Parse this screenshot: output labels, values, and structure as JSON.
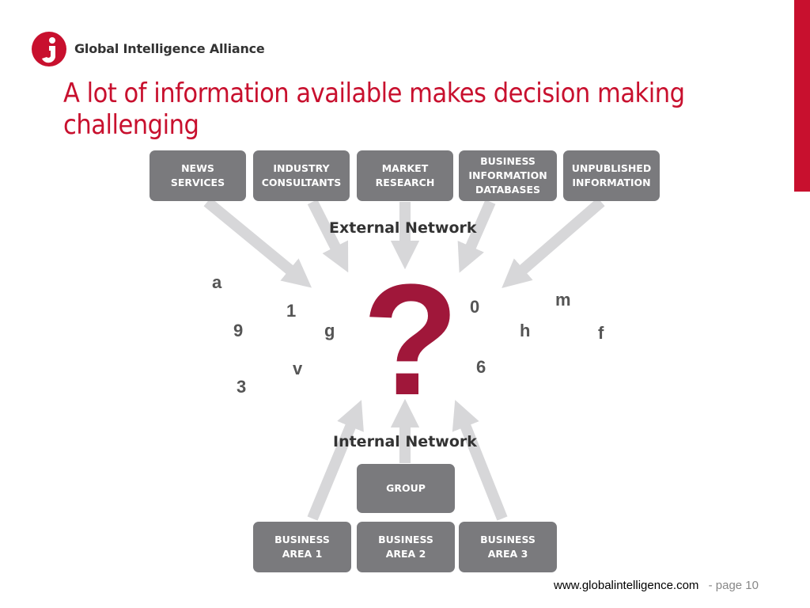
{
  "brand": {
    "logo_text": "Global Intelligence Alliance",
    "accent_color": "#c8102e",
    "logo_icon": "gi-logo-icon"
  },
  "slide": {
    "title": "A lot of information available makes decision making challenging"
  },
  "diagram": {
    "external_sources": [
      "NEWS\nSERVICES",
      "INDUSTRY\nCONSULTANTS",
      "MARKET\nRESEARCH",
      "BUSINESS\nINFORMATION\nDATABASES",
      "UNPUBLISHED\nINFORMATION"
    ],
    "external_label": "External Network",
    "internal_label": "Internal Network",
    "group_label": "GROUP",
    "business_areas": [
      "BUSINESS\nAREA 1",
      "BUSINESS\nAREA 2",
      "BUSINESS\nAREA 3"
    ],
    "question_mark": "?",
    "scattered_chars": [
      "a",
      "1",
      "9",
      "g",
      "v",
      "3",
      "0",
      "m",
      "h",
      "f",
      "6"
    ]
  },
  "footer": {
    "url": "www.globalintelligence.com",
    "page": "- page 10"
  }
}
